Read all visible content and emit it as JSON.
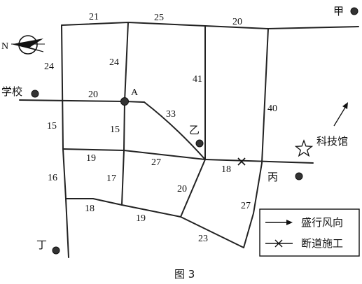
{
  "caption": "图 3",
  "compass": {
    "label": "N"
  },
  "places": {
    "jia": "甲",
    "xuexiao": "学校",
    "a": "A",
    "yi": "乙",
    "keji": "科技馆",
    "bing": "丙",
    "ding": "丁"
  },
  "distances": {
    "top_21": "21",
    "top_25": "25",
    "top_20": "20",
    "left_24": "24",
    "mid_24": "24",
    "v_41": "41",
    "h_20": "20",
    "d_33": "33",
    "r_40": "40",
    "left_15": "15",
    "mid_15": "15",
    "h_19": "19",
    "h_27": "27",
    "h_18_right": "18",
    "left_16": "16",
    "mid_17": "17",
    "d_20": "20",
    "r_27": "27",
    "bot_18": "18",
    "bot_19": "19",
    "bot_23": "23"
  },
  "legend": {
    "wind": "盛行风向",
    "closed": "断道施工"
  }
}
